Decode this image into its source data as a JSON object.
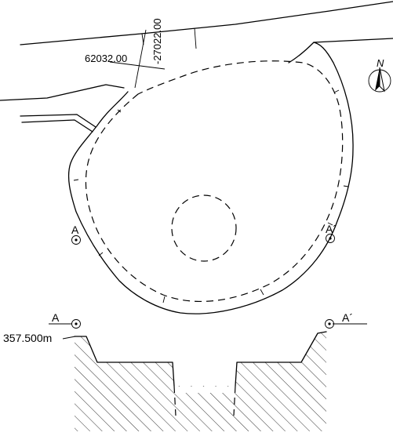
{
  "plan": {
    "coord_easting": "62032.00",
    "coord_northing": "-27022.00",
    "north_label": "N",
    "section_start_label": "A",
    "section_end_label": "A´"
  },
  "section": {
    "start_label": "A",
    "end_label": "A´",
    "elevation_label": "357.500m"
  }
}
